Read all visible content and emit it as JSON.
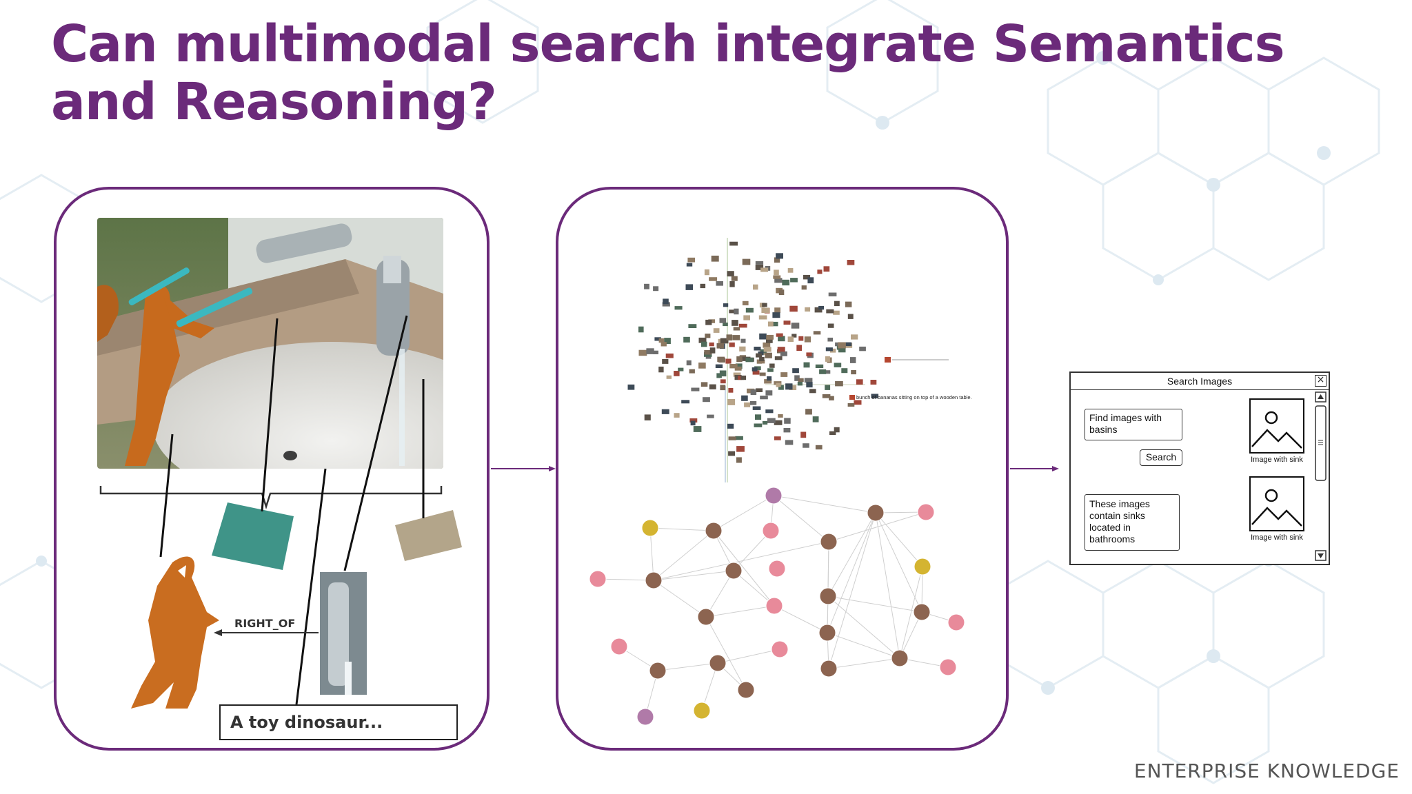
{
  "slide": {
    "title": "Can multimodal search integrate Semantics and Reasoning?",
    "footer_brand": "ENTERPRISE KNOWLEDGE",
    "accent_color": "#6b2a7a"
  },
  "left_panel": {
    "relation_label": "RIGHT_OF",
    "caption": "A toy dinosaur..."
  },
  "middle_panel": {
    "embedding_labels": [
      "bunch of bananas sitting on top of a wooden table."
    ],
    "graph_node_colors": [
      "#8c6450",
      "#e88a9a",
      "#d4b431",
      "#b07aa8"
    ]
  },
  "search_mockup": {
    "window_title": "Search Images",
    "close_glyph": "×",
    "query": "Find images with basins",
    "search_button": "Search",
    "answer": "These images contain sinks located in bathrooms",
    "results": [
      {
        "caption": "Image with sink"
      },
      {
        "caption": "Image with sink"
      }
    ]
  }
}
